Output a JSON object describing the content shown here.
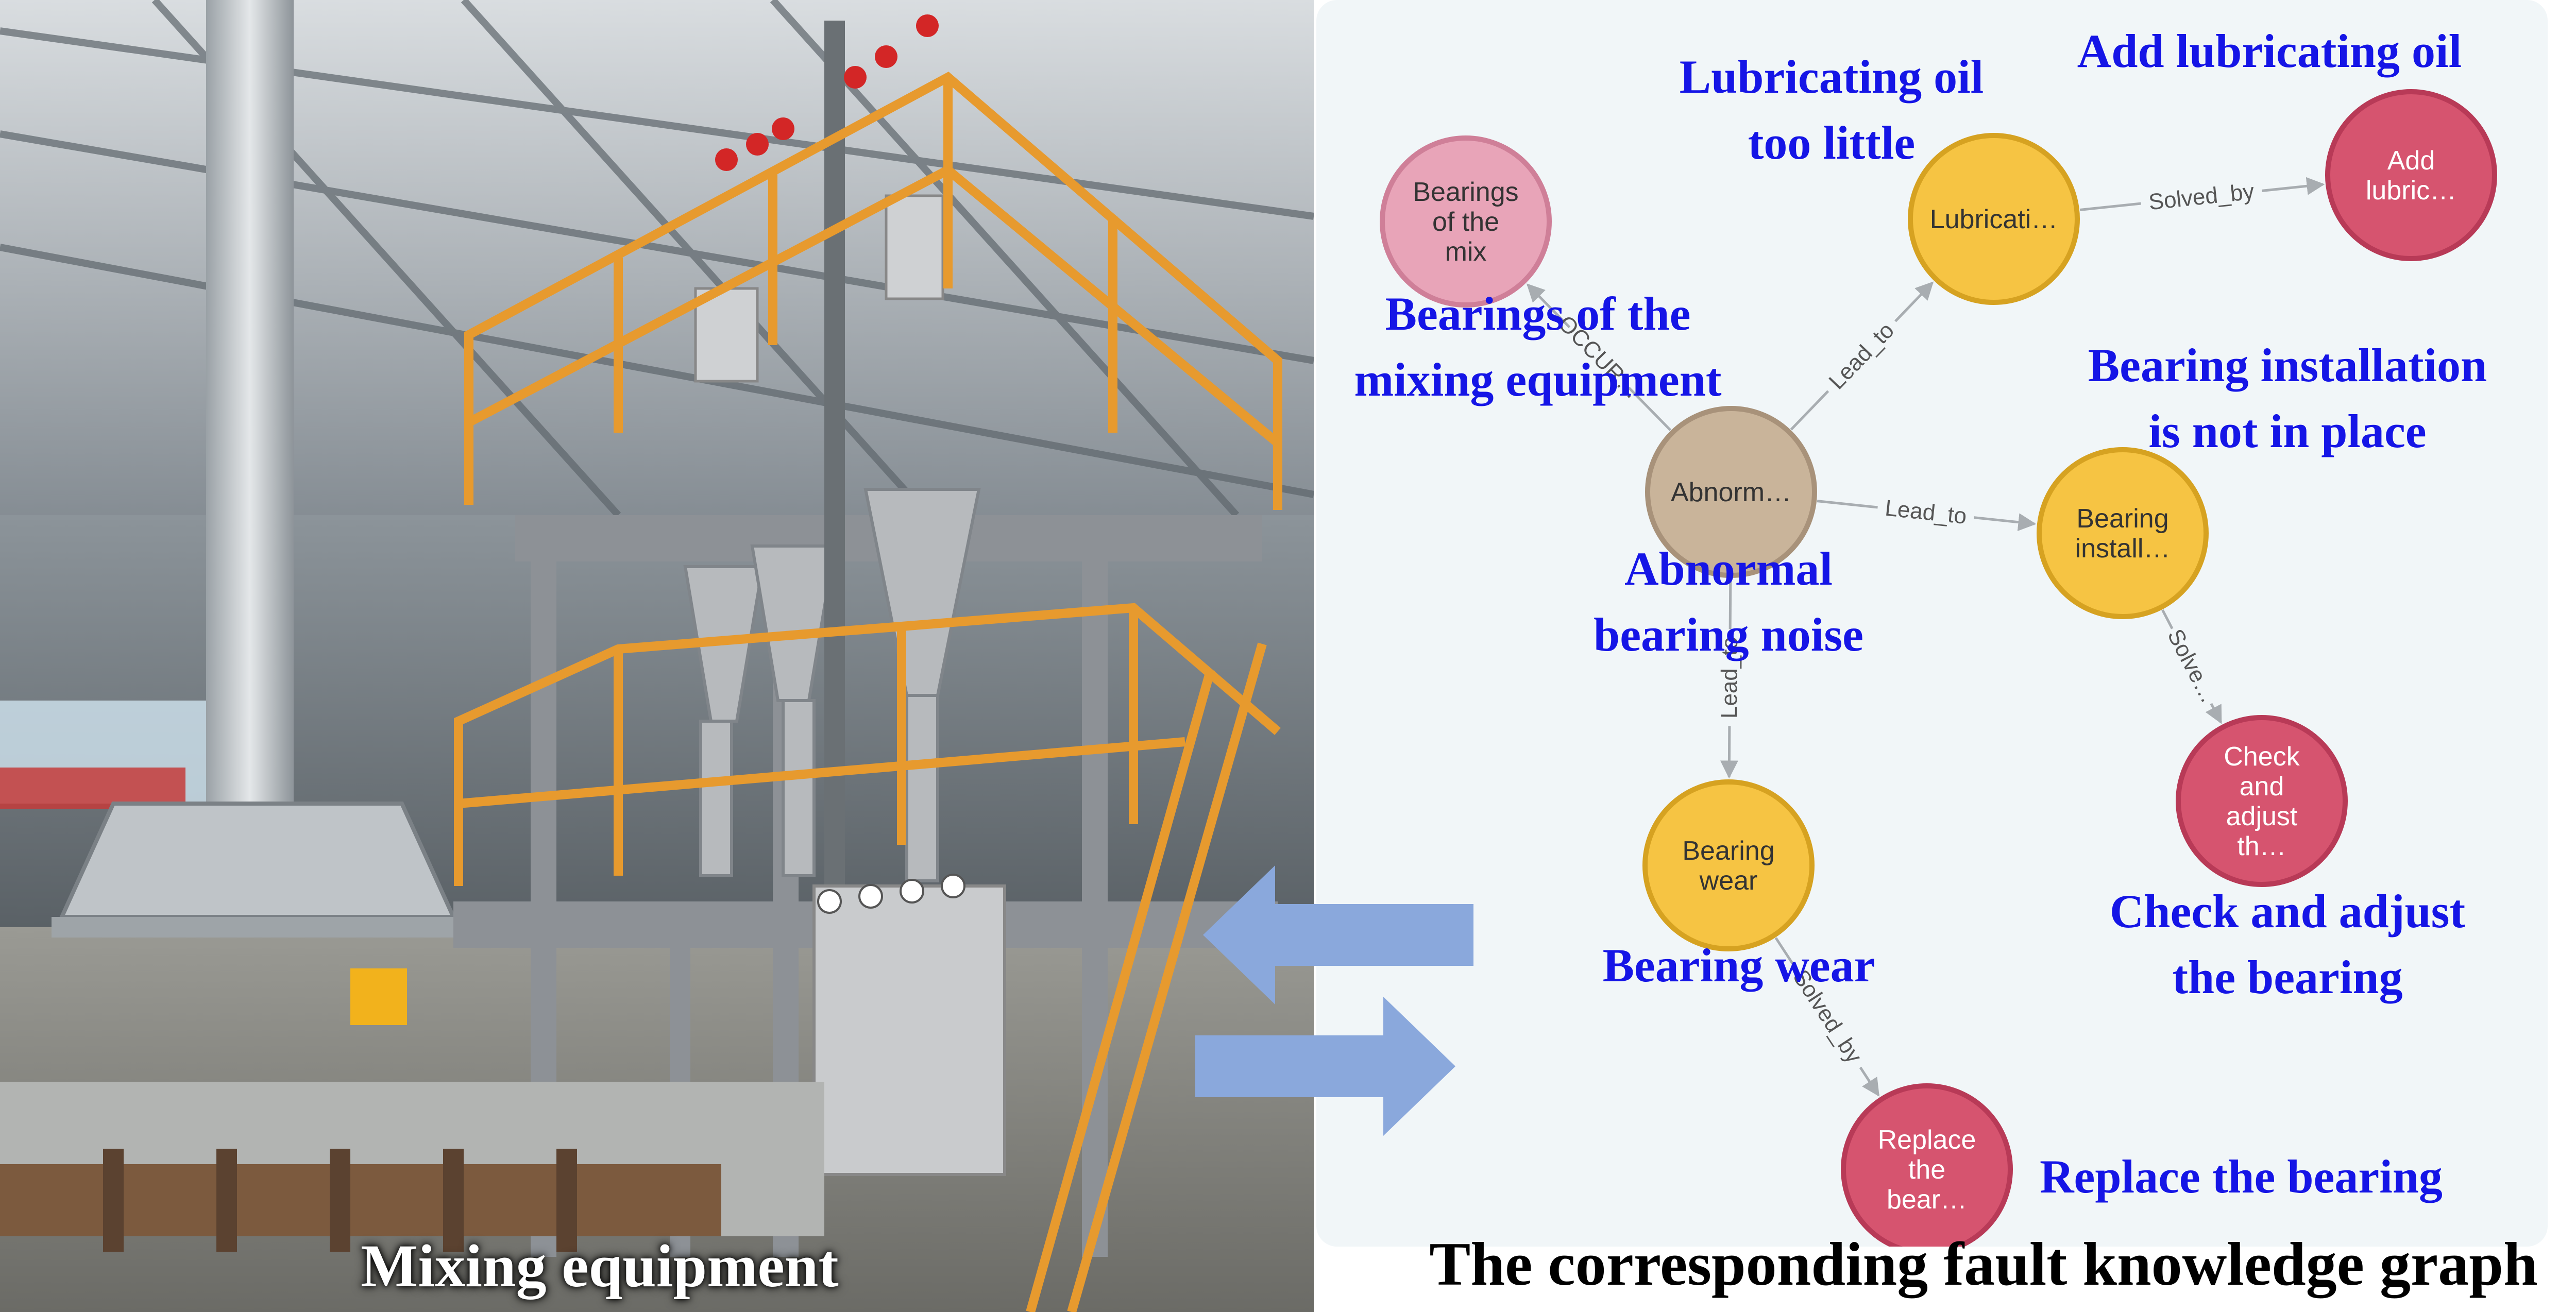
{
  "photo": {
    "caption": "Mixing equipment"
  },
  "graph": {
    "caption": "The corresponding fault knowledge graph",
    "colors": {
      "node_problem": "#c9b49a",
      "node_cause": "#f6c443",
      "node_location": "#e8a4b8",
      "node_solution": "#d6546f",
      "annotation": "#1515e6",
      "arrow_fill": "#8aa8dc"
    },
    "nodes": [
      {
        "id": "mix",
        "label_lines": [
          "Bearings",
          "of the",
          "mix"
        ],
        "annotation_lines": [
          "Bearings of the",
          "mixing equipment"
        ]
      },
      {
        "id": "lubrication",
        "label_lines": [
          "Lubricati…"
        ],
        "annotation_lines": [
          "Lubricating oil",
          "too little"
        ]
      },
      {
        "id": "add",
        "label_lines": [
          "Add",
          "lubric…"
        ],
        "annotation_lines": [
          "Add lubricating oil"
        ]
      },
      {
        "id": "abnormal",
        "label_lines": [
          "Abnorm…"
        ],
        "annotation_lines": [
          "Abnormal",
          "bearing noise"
        ]
      },
      {
        "id": "install",
        "label_lines": [
          "Bearing",
          "install…"
        ],
        "annotation_lines": [
          "Bearing installation",
          "is not in place"
        ]
      },
      {
        "id": "check",
        "label_lines": [
          "Check",
          "and",
          "adjust",
          "th…"
        ],
        "annotation_lines": [
          "Check and adjust",
          "the bearing"
        ]
      },
      {
        "id": "wear",
        "label_lines": [
          "Bearing",
          "wear"
        ],
        "annotation_lines": [
          "Bearing wear"
        ]
      },
      {
        "id": "replace",
        "label_lines": [
          "Replace",
          "the",
          "bear…"
        ],
        "annotation_lines": [
          "Replace the bearing"
        ]
      }
    ],
    "edges": [
      {
        "from": "abnormal",
        "to": "mix",
        "label": "OCCUR…"
      },
      {
        "from": "abnormal",
        "to": "lubrication",
        "label": "Lead_to"
      },
      {
        "from": "lubrication",
        "to": "add",
        "label": "Solved_by"
      },
      {
        "from": "abnormal",
        "to": "install",
        "label": "Lead_to"
      },
      {
        "from": "install",
        "to": "check",
        "label": "Solve…"
      },
      {
        "from": "abnormal",
        "to": "wear",
        "label": "Lead_to"
      },
      {
        "from": "wear",
        "to": "replace",
        "label": "Solved_by"
      }
    ]
  }
}
